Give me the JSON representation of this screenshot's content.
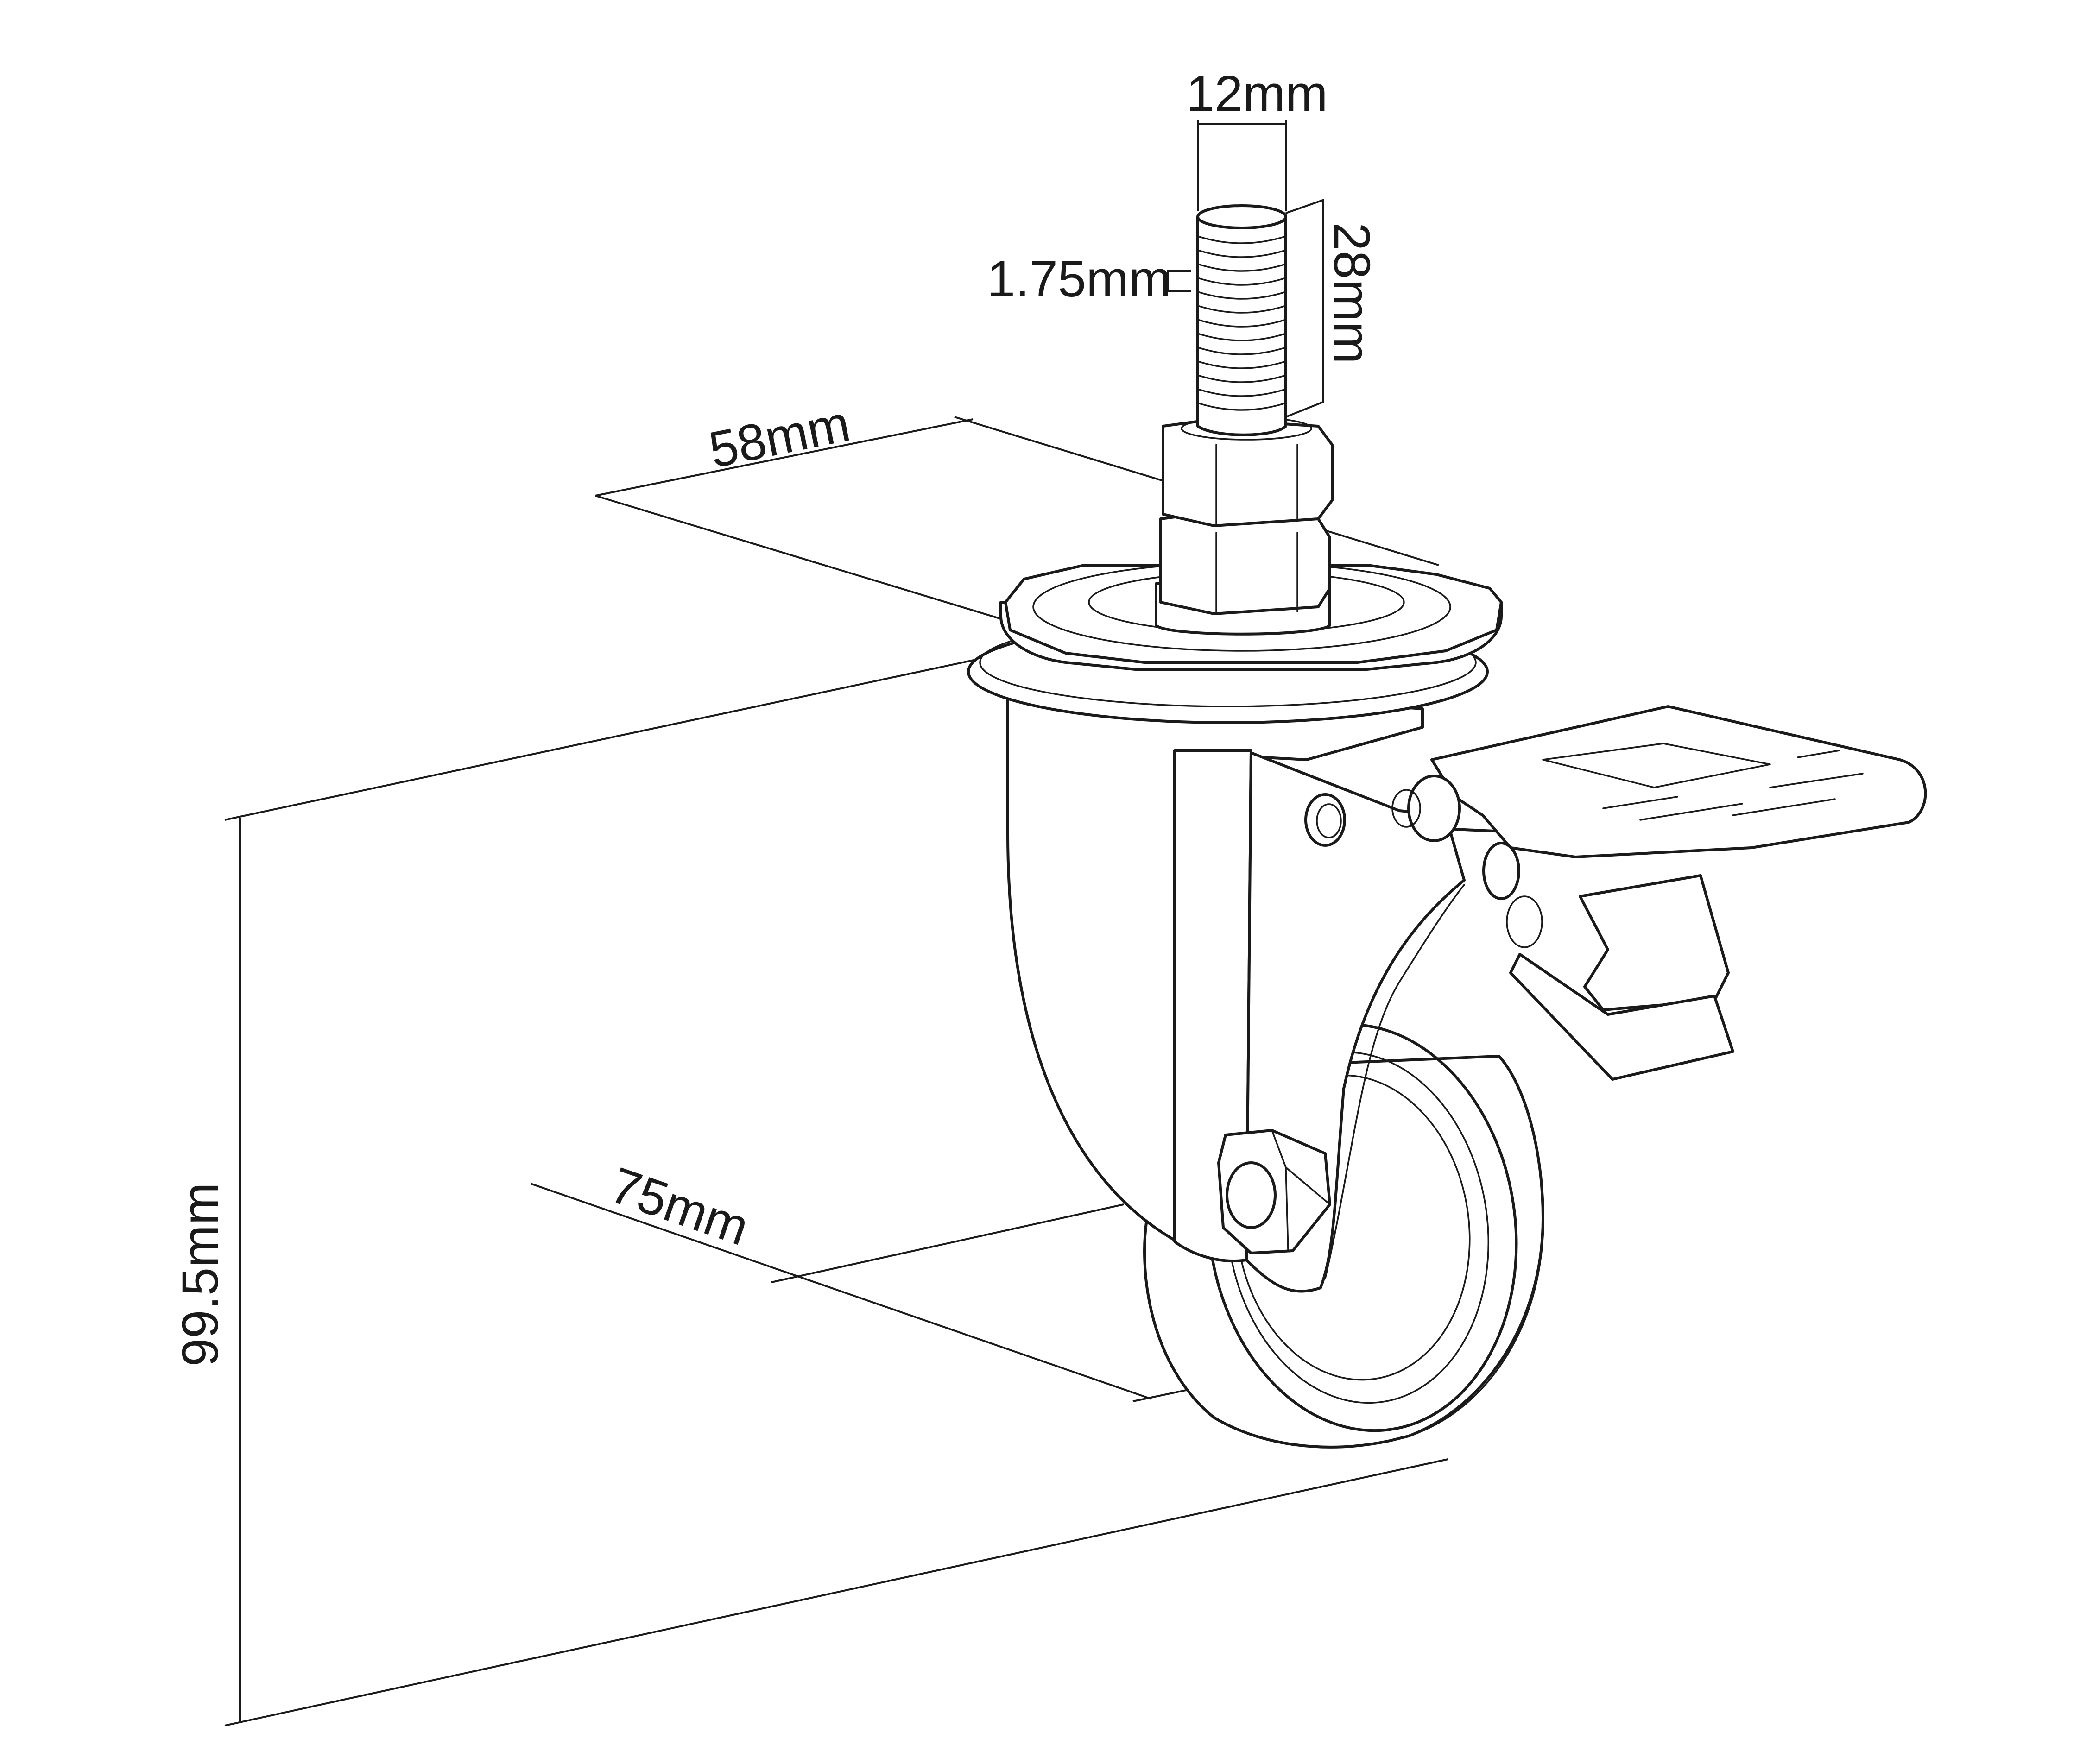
{
  "dimensions": {
    "thread_diameter": "12mm",
    "thread_pitch": "1.75mm",
    "thread_length": "28mm",
    "plate_width": "58mm",
    "wheel_diameter": "75mm",
    "total_height": "99.5mm"
  },
  "colors": {
    "line": "#1a1a1a",
    "background": "#ffffff"
  }
}
